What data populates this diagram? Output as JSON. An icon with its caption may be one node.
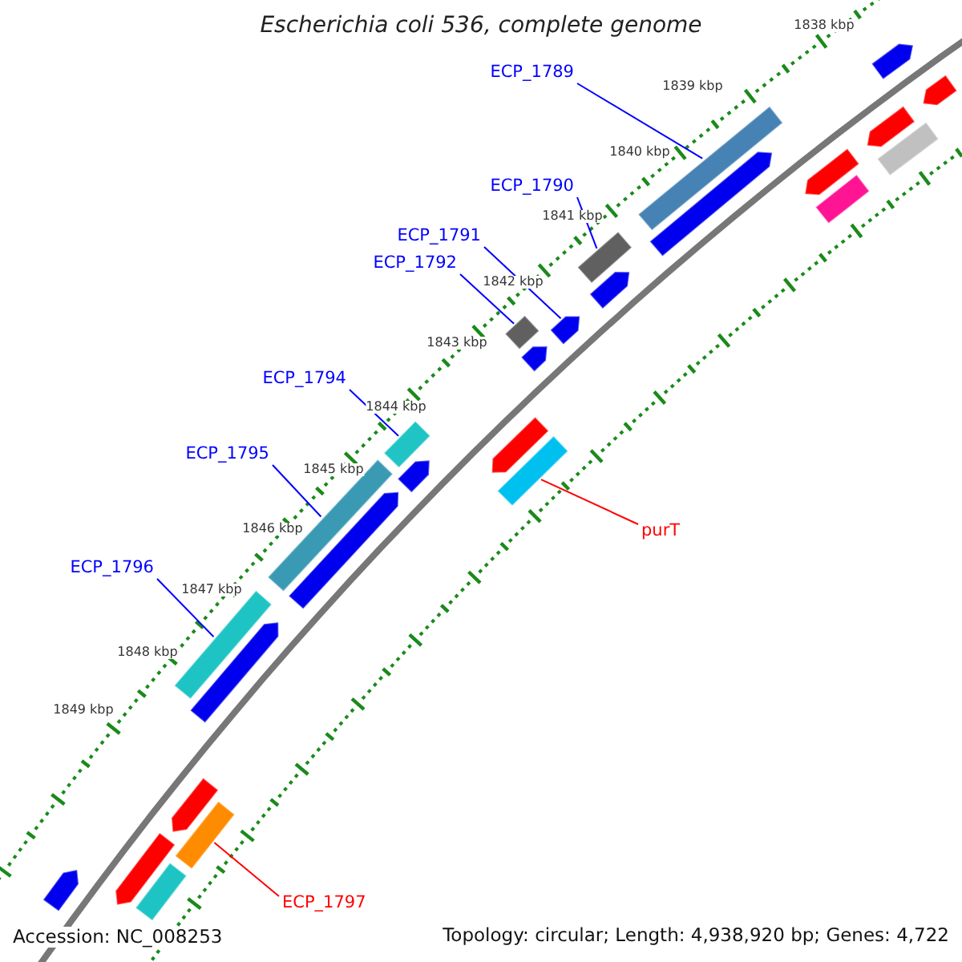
{
  "diagram": {
    "title": "Escherichia coli 536, complete genome",
    "nodes": [
      {
        "text": [
          "ECP_1789"
        ]
      },
      {
        "text": [],
        "shape": "bar"
      },
      {
        "text": [
          "ECP_1790"
        ]
      },
      {
        "text": [],
        "shape": "bar"
      },
      {
        "text": [
          "ECP_1791"
        ]
      },
      {
        "text": [],
        "shape": "arrow"
      },
      {
        "text": [
          "ECP_1792"
        ]
      },
      {
        "text": [],
        "shape": "bar"
      },
      {
        "text": [
          "ECP_1794"
        ]
      },
      {
        "text": [],
        "shape": "bar"
      },
      {
        "text": [
          "ECP_1795"
        ]
      },
      {
        "text": [],
        "shape": "bar"
      },
      {
        "text": [
          "ECP_1796"
        ]
      },
      {
        "text": [],
        "shape": "bar"
      },
      {
        "text": [
          "purT"
        ]
      },
      {
        "text": [],
        "shape": "bar"
      },
      {
        "text": [
          "ECP_1797"
        ]
      },
      {
        "text": [],
        "shape": "bar"
      },
      {
        "text": [],
        "shape": "arrow"
      },
      {
        "text": [],
        "shape": "arrow"
      },
      {
        "text": [],
        "shape": "arrow"
      },
      {
        "text": [],
        "shape": "arrow"
      },
      {
        "text": [],
        "shape": "arrow"
      },
      {
        "text": [],
        "shape": "arrow"
      },
      {
        "text": [],
        "shape": "arrow"
      },
      {
        "text": [],
        "shape": "arrow"
      },
      {
        "text": [],
        "shape": "arrow"
      },
      {
        "text": [],
        "shape": "arrow"
      },
      {
        "text": [],
        "shape": "arrow"
      },
      {
        "text": [],
        "shape": "arrow"
      },
      {
        "text": [],
        "shape": "arrow"
      },
      {
        "text": [],
        "shape": "arrow"
      },
      {
        "text": [],
        "shape": "bar"
      },
      {
        "text": [],
        "shape": "bar"
      },
      {
        "text": [],
        "shape": "bar"
      }
    ],
    "edges": [
      {
        "from": 0,
        "to": 1,
        "arrow": "none"
      },
      {
        "from": 2,
        "to": 3,
        "arrow": "none"
      },
      {
        "from": 4,
        "to": 5,
        "arrow": "none"
      },
      {
        "from": 6,
        "to": 7,
        "arrow": "none"
      },
      {
        "from": 8,
        "to": 9,
        "arrow": "none"
      },
      {
        "from": 10,
        "to": 11,
        "arrow": "none"
      },
      {
        "from": 12,
        "to": 13,
        "arrow": "none"
      },
      {
        "from": 14,
        "to": 15,
        "arrow": "none",
        "color": "#ff0000"
      },
      {
        "from": 16,
        "to": 17,
        "arrow": "none",
        "color": "#ff0000"
      }
    ],
    "labels": [
      "1838 kbp",
      "1839 kbp",
      "1840 kbp",
      "1841 kbp",
      "1842 kbp",
      "1843 kbp",
      "1844 kbp",
      "1845 kbp",
      "1846 kbp",
      "1847 kbp",
      "1848 kbp",
      "1849 kbp",
      "Accession: NC_008253",
      "Topology: circular; Length: 4,938,920 bp; Genes: 4,722"
    ]
  }
}
